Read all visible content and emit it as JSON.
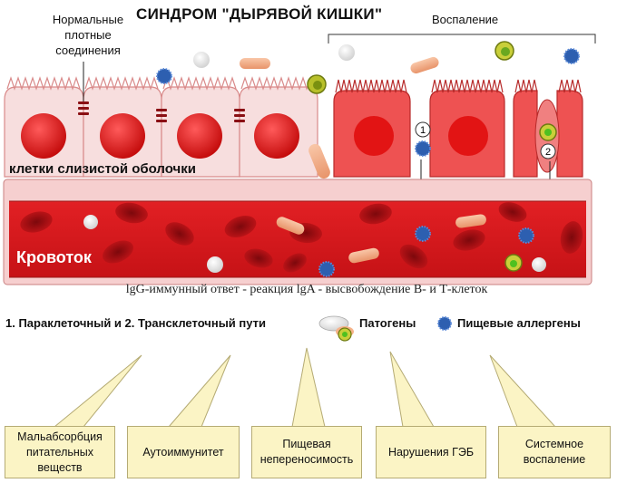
{
  "title": "СИНДРОМ \"ДЫРЯВОЙ КИШКИ\"",
  "labels": {
    "normal_junctions": "Нормальные плотные соединения",
    "inflammation": "Воспаление",
    "mucosa_cells": "клетки слизистой оболочки",
    "bloodstream": "Кровоток",
    "immune_response": "lgG-иммунный ответ  -  реакция lgA  -  высвобождение В- и Т-клеток",
    "pathways": "1. Параклеточный и 2. Трансклеточный пути",
    "marker_1": "1",
    "marker_2": "2"
  },
  "legend": {
    "pathogens": "Патогены",
    "food_allergens": "Пищевые аллергены"
  },
  "consequences": [
    "Мальабсорбция питательных веществ",
    "Аутоиммунитет",
    "Пищевая непереносимость",
    "Нарушения ГЭБ",
    "Системное воспаление"
  ],
  "colors": {
    "healthy_cell": "#f7dede",
    "inflamed_cell": "#ee5252",
    "nucleus": "#dc1818",
    "vessel": "#d6181c",
    "vessel_wall": "#f6cfcf",
    "red_blood_cell": "#a90d12",
    "callout_box": "#fbf4c5",
    "allergen": "#2d5fb0",
    "pathogen": "#8aa61c",
    "food_particle": "#f2a882"
  }
}
